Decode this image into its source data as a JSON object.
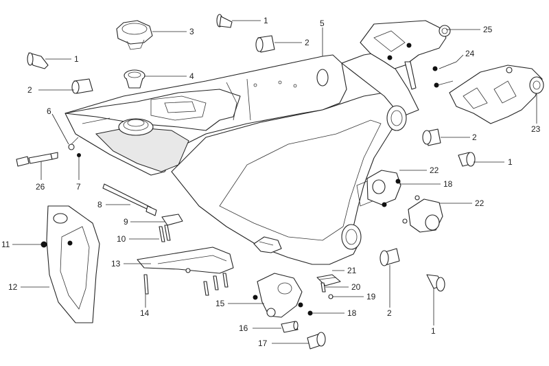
{
  "callouts": [
    {
      "id": "c1a",
      "text": "1"
    },
    {
      "id": "c2a",
      "text": "2"
    },
    {
      "id": "c3",
      "text": "3"
    },
    {
      "id": "c4",
      "text": "4"
    },
    {
      "id": "c5",
      "text": "5"
    },
    {
      "id": "c25",
      "text": "25"
    },
    {
      "id": "c1b",
      "text": "1"
    },
    {
      "id": "c2b",
      "text": "2"
    },
    {
      "id": "c24",
      "text": "24"
    },
    {
      "id": "c6",
      "text": "6"
    },
    {
      "id": "c23",
      "text": "23"
    },
    {
      "id": "c2c",
      "text": "2"
    },
    {
      "id": "c1c",
      "text": "1"
    },
    {
      "id": "c26",
      "text": "26"
    },
    {
      "id": "c7",
      "text": "7"
    },
    {
      "id": "c22a",
      "text": "22"
    },
    {
      "id": "c18a",
      "text": "18"
    },
    {
      "id": "c22b",
      "text": "22"
    },
    {
      "id": "c8",
      "text": "8"
    },
    {
      "id": "c9",
      "text": "9"
    },
    {
      "id": "c10",
      "text": "10"
    },
    {
      "id": "c11",
      "text": "11"
    },
    {
      "id": "c13",
      "text": "13"
    },
    {
      "id": "c12",
      "text": "12"
    },
    {
      "id": "c21",
      "text": "21"
    },
    {
      "id": "c20",
      "text": "20"
    },
    {
      "id": "c19",
      "text": "19"
    },
    {
      "id": "c15",
      "text": "15"
    },
    {
      "id": "c18b",
      "text": "18"
    },
    {
      "id": "c14",
      "text": "14"
    },
    {
      "id": "c2d",
      "text": "2"
    },
    {
      "id": "c1d",
      "text": "1"
    },
    {
      "id": "c16",
      "text": "16"
    },
    {
      "id": "c17",
      "text": "17"
    }
  ]
}
